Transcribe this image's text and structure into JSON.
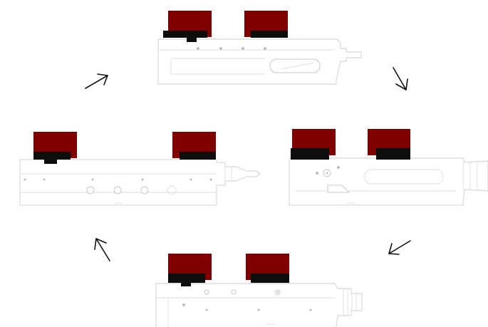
{
  "colors": {
    "mount_block": "#800000",
    "mount_clamp": "#0d0d0d",
    "part_outline": "#d8d8d8",
    "arrow": "#111111",
    "background": "#ffffff"
  },
  "views": [
    {
      "id": "top",
      "mounts": 2
    },
    {
      "id": "right",
      "mounts": 2
    },
    {
      "id": "bottom",
      "mounts": 2
    },
    {
      "id": "left",
      "mounts": 2
    }
  ],
  "arrows": [
    {
      "from": "left",
      "to": "top",
      "icon": "arrow-up-right-icon"
    },
    {
      "from": "top",
      "to": "right",
      "icon": "arrow-down-right-icon"
    },
    {
      "from": "right",
      "to": "bottom",
      "icon": "arrow-down-left-icon"
    },
    {
      "from": "bottom",
      "to": "left",
      "icon": "arrow-up-left-icon"
    }
  ]
}
